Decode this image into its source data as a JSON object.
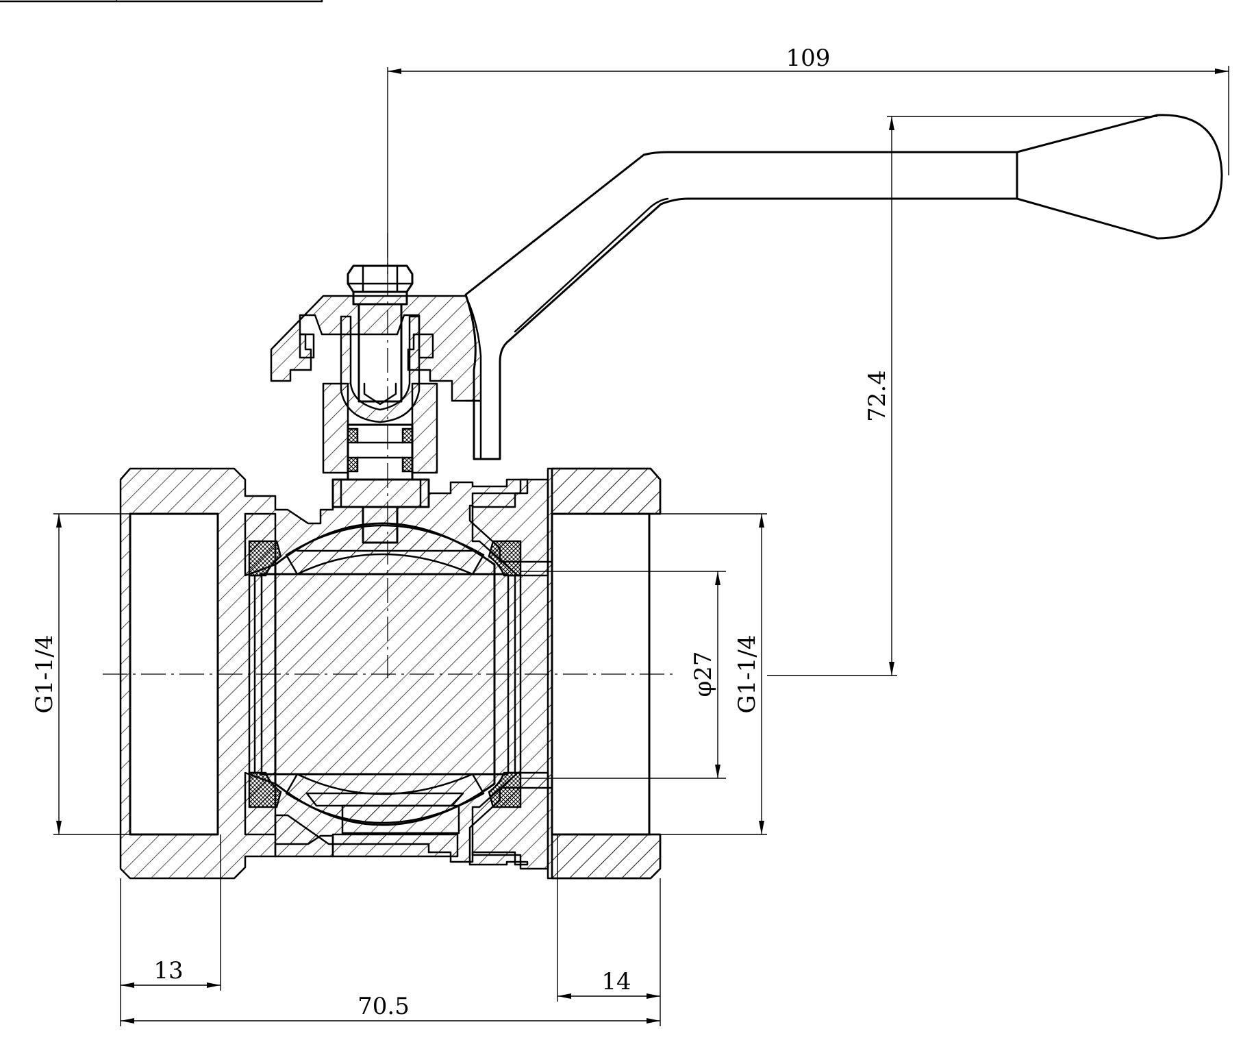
{
  "drawing": {
    "title_block": "",
    "dimensions": {
      "handle_length": "109",
      "handle_height": "72.4",
      "thread_left": "G1-1/4",
      "thread_right": "G1-1/4",
      "bore_diameter": "φ27",
      "thread_depth_left": "13",
      "thread_depth_right": "14",
      "overall_length": "70.5"
    }
  }
}
